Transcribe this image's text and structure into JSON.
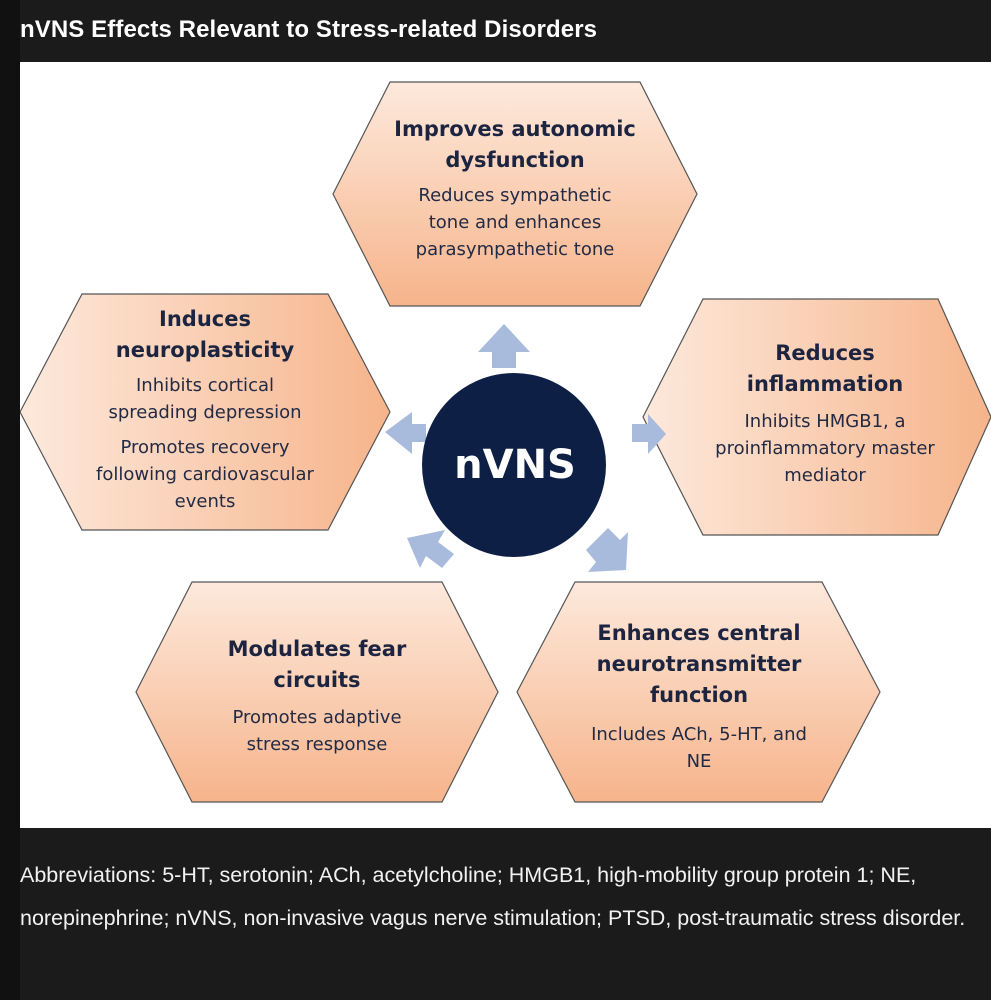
{
  "page": {
    "title": "nVNS Effects Relevant to Stress-related Disorders",
    "footer_text": "Abbreviations: 5-HT, serotonin; ACh, acetylcholine; HMGB1, high-mobility group protein 1; NE, norepinephrine; nVNS, non-invasive vagus nerve stimulation; PTSD, post-traumatic stress disorder."
  },
  "diagram": {
    "center": {
      "label": "nVNS",
      "color": "#0d1f45"
    },
    "hexagon_colors": {
      "fill_light": "#fde9dc",
      "fill_dark": "#f6b48b",
      "stroke": "#555555"
    },
    "arrow_color": "#a9bbdc",
    "nodes": [
      {
        "id": "top",
        "heading": "Improves autonomic dysfunction",
        "heading_lines": [
          "Improves autonomic",
          "dysfunction"
        ],
        "desc_lines": [
          "Reduces sympathetic",
          "tone and enhances",
          "parasympathetic tone"
        ]
      },
      {
        "id": "right",
        "heading": "Reduces inflammation",
        "heading_lines": [
          "Reduces",
          "inflammation"
        ],
        "desc_lines": [
          "Inhibits HMGB1, a",
          "proinflammatory master",
          "mediator"
        ]
      },
      {
        "id": "bottom-right",
        "heading": "Enhances central neurotransmitter function",
        "heading_lines": [
          "Enhances central",
          "neurotransmitter",
          "function"
        ],
        "desc_lines": [
          "Includes ACh, 5-HT, and",
          "NE"
        ]
      },
      {
        "id": "bottom-left",
        "heading": "Modulates fear circuits",
        "heading_lines": [
          "Modulates fear",
          "circuits"
        ],
        "desc_lines": [
          "Promotes adaptive",
          "stress response"
        ]
      },
      {
        "id": "left",
        "heading": "Induces neuroplasticity",
        "heading_lines": [
          "Induces",
          "neuroplasticity"
        ],
        "desc_lines": [
          "Inhibits cortical",
          "spreading depression"
        ],
        "desc_lines_2": [
          "Promotes recovery",
          "following cardiovascular",
          "events"
        ]
      }
    ]
  }
}
